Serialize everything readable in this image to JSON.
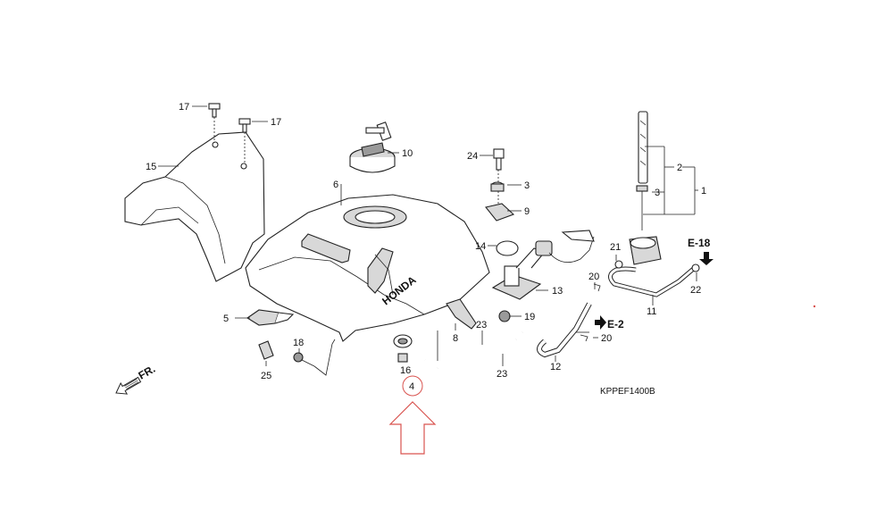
{
  "diagram": {
    "code": "KPPEF1400B",
    "direction_label": "FR.",
    "refs": {
      "e18": "E-18",
      "e2": "E-2"
    },
    "brand": "HONDA",
    "highlight": {
      "label": "4",
      "color": "#d9534f"
    },
    "callouts": {
      "c1": "1",
      "c2": "2",
      "c3": "3",
      "c4": "4",
      "c5": "5",
      "c6": "6",
      "c8": "8",
      "c9": "9",
      "c10": "10",
      "c11": "11",
      "c12": "12",
      "c13": "13",
      "c14": "14",
      "c15": "15",
      "c16": "16",
      "c17a": "17",
      "c17b": "17",
      "c18": "18",
      "c19": "19",
      "c20a": "20",
      "c20b": "20",
      "c21": "21",
      "c22": "22",
      "c23a": "23",
      "c23b": "23",
      "c24": "24",
      "c25": "25"
    }
  }
}
